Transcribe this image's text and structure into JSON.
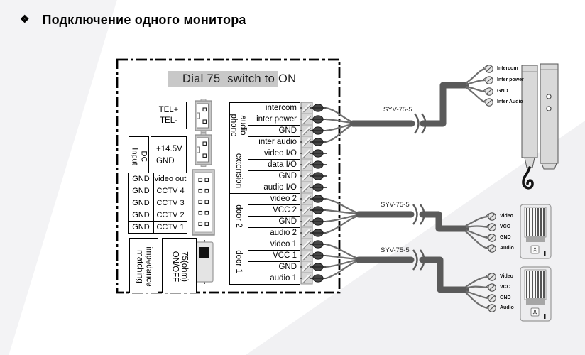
{
  "title": {
    "bullet": "❖",
    "text": "Подключение одного монитора"
  },
  "board": {
    "banner": "Dial 75  switch to ON",
    "tel": {
      "line1": "TEL+",
      "line2": "TEL-"
    },
    "dc_input": {
      "line1": "DC",
      "line2": "Input"
    },
    "power": {
      "line1": "+14.5V",
      "line2": "GND"
    },
    "impedance": {
      "line1": "impedance",
      "line2": "matching"
    },
    "ohm_switch": {
      "line1": "75(ohm)",
      "line2": "ON/OFF"
    },
    "gnd_table": [
      [
        "GND",
        "video out"
      ],
      [
        "GND",
        "CCTV 4"
      ],
      [
        "GND",
        "CCTV 3"
      ],
      [
        "GND",
        "CCTV 2"
      ],
      [
        "GND",
        "CCTV 1"
      ]
    ],
    "sections": [
      {
        "line1": "audio",
        "line2": "phone"
      },
      {
        "line1": "extension",
        "line2": ""
      },
      {
        "line1": "door 2",
        "line2": ""
      },
      {
        "line1": "door 1",
        "line2": ""
      }
    ],
    "terminal_rows": [
      "intercom",
      "inter power",
      "GND",
      "inter audio",
      "video I/O",
      "data I/O",
      "GND",
      "audio I/O",
      "video 2",
      "VCC 2",
      "GND",
      "audio 2",
      "video 1",
      "VCC 1",
      "GND",
      "audio 1"
    ]
  },
  "cables": [
    {
      "label": "SYV-75-5",
      "pins": [
        "Intercom",
        "Inter power",
        "GND",
        "Inter Audio"
      ],
      "device": "audio-phone-handset"
    },
    {
      "label": "SYV-75-5",
      "pins": [
        "Video",
        "VCC",
        "GND",
        "Audio"
      ],
      "device": "door-station"
    },
    {
      "label": "SYV-75-5",
      "pins": [
        "Video",
        "VCC",
        "GND",
        "Audio"
      ],
      "device": "door-station"
    }
  ],
  "colors": {
    "cable": "#5a5a5a",
    "banner_highlight": "#c8c8c8",
    "device_fill": "#d9d9d9"
  }
}
